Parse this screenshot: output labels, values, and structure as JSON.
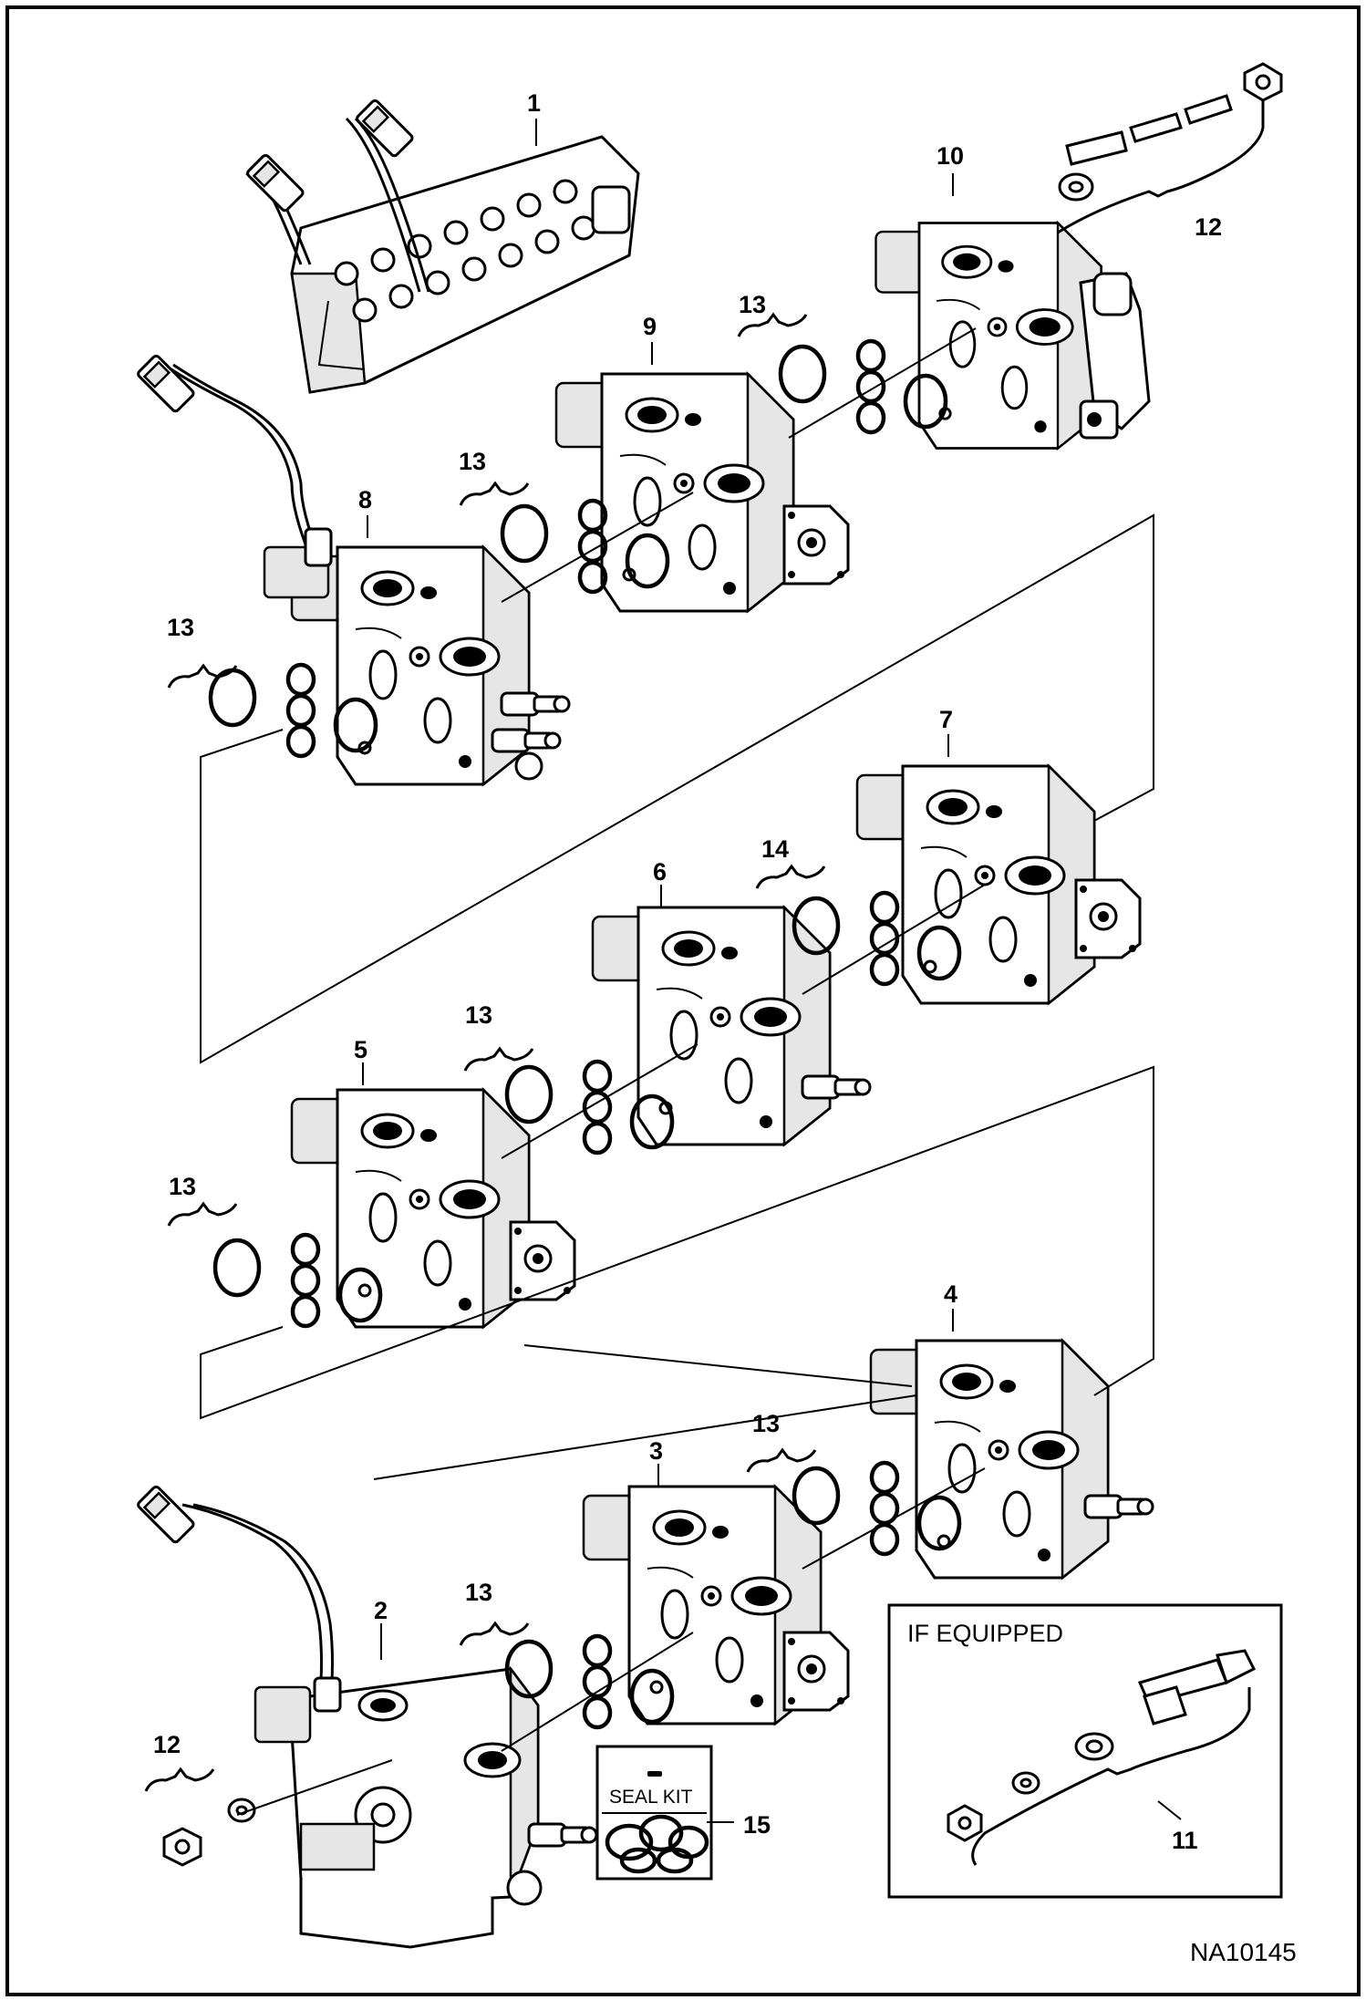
{
  "callouts": [
    "1",
    "2",
    "3",
    "4",
    "5",
    "6",
    "7",
    "8",
    "9",
    "10",
    "11",
    "12",
    "13",
    "14",
    "15"
  ],
  "seal_kit_label": "SEAL KIT",
  "if_equipped_label": "IF EQUIPPED",
  "drawing_code": "NA10145",
  "colors": {
    "line": "#000000",
    "background": "#ffffff",
    "shade": "#e6e6e6"
  }
}
